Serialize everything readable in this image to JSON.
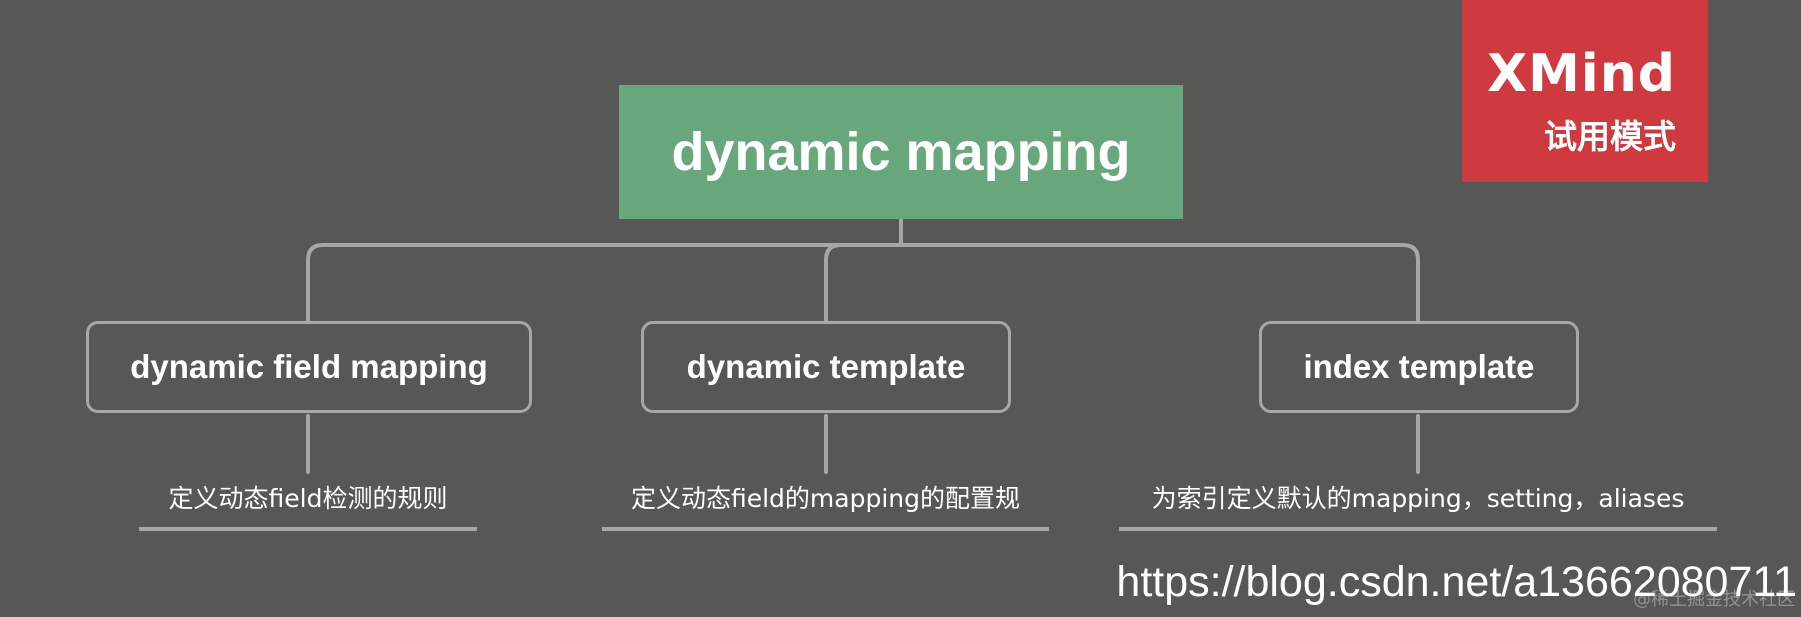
{
  "diagram": {
    "root": {
      "label": "dynamic mapping"
    },
    "children": [
      {
        "label": "dynamic field mapping",
        "description": "定义动态field检测的规则"
      },
      {
        "label": "dynamic template",
        "description": "定义动态field的mapping的配置规"
      },
      {
        "label": "index template",
        "description": "为索引定义默认的mapping，setting，aliases"
      }
    ]
  },
  "badge": {
    "title": "XMind",
    "subtitle": "试用模式"
  },
  "watermark": {
    "url": "https://blog.csdn.net/a13662080711",
    "faint": "@稀土掘金技术社区"
  },
  "colors": {
    "background": "#575856",
    "root_fill": "#68a67c",
    "connector": "#a7a7a5",
    "badge_fill": "#cf3a41",
    "text": "#ffffff"
  }
}
